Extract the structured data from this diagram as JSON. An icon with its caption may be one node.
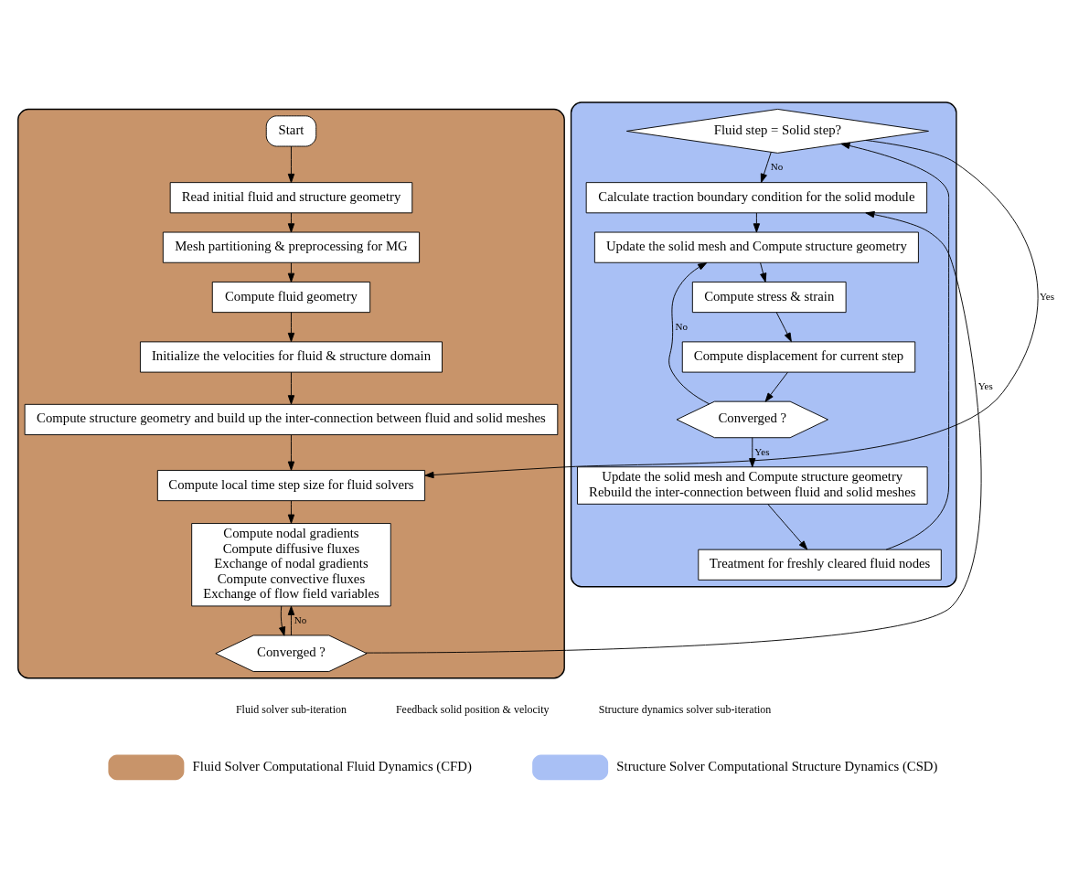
{
  "diagram": {
    "nodes": [
      {
        "text": [],
        "shape": "box"
      },
      {
        "text": [
          "Start"
        ],
        "in": 0
      },
      {
        "text": [
          "Read initial fluid and structure geometry"
        ],
        "in": 0
      },
      {
        "text": [
          "Mesh partitioning & preprocessing for MG"
        ],
        "in": 0
      },
      {
        "text": [
          "Compute fluid geometry"
        ],
        "in": 0
      },
      {
        "text": [
          "Initialize the velocities for fluid & structure domain"
        ],
        "in": 0
      },
      {
        "text": [
          "Compute structure geometry and build up the inter-connection between fluid and solid meshes"
        ],
        "in": 0
      },
      {
        "text": [
          "Compute local time step size for fluid solvers"
        ],
        "in": 0
      },
      {
        "text": [
          "Compute nodal gradients",
          "Compute diffusive fluxes",
          "Exchange of nodal gradients",
          "Compute convective fluxes",
          "Exchange of flow field variables"
        ],
        "in": 0
      },
      {
        "text": [
          "Converged ?"
        ],
        "in": 0
      },
      {
        "text": [],
        "shape": "box"
      },
      {
        "text": [
          "Fluid step = Solid step?"
        ],
        "in": 10
      },
      {
        "text": [
          "Treatment for freshly cleared fluid nodes"
        ],
        "in": 10
      },
      {
        "text": [
          "Update the solid mesh and Compute structure geometry",
          "Rebuild the inter-connection between fluid and solid meshes"
        ],
        "in": 10
      },
      {
        "text": [
          "Converged ?"
        ],
        "in": 10
      },
      {
        "text": [
          "Compute displacement for current step"
        ],
        "in": 10
      },
      {
        "text": [
          "Compute stress & strain"
        ],
        "in": 10
      },
      {
        "text": [
          "Update the solid mesh and Compute structure geometry"
        ],
        "in": 10
      },
      {
        "text": [
          "Calculate traction boundary condition for the solid module"
        ],
        "in": 10
      }
    ],
    "edges": [
      {
        "from": 1,
        "to": 2,
        "arrow": "to"
      },
      {
        "from": 2,
        "to": 3,
        "arrow": "to"
      },
      {
        "from": 3,
        "to": 4,
        "arrow": "to"
      },
      {
        "from": 4,
        "to": 5,
        "arrow": "to"
      },
      {
        "from": 5,
        "to": 6,
        "arrow": "to"
      },
      {
        "from": 6,
        "to": 7,
        "arrow": "to"
      },
      {
        "from": 7,
        "to": 8,
        "arrow": "to"
      },
      {
        "from": 8,
        "to": 9,
        "arrow": "to"
      },
      {
        "from": 9,
        "to": 8,
        "arrow": "to",
        "label": "No"
      },
      {
        "from": 9,
        "to": 18,
        "arrow": "to",
        "label": "Yes"
      },
      {
        "from": 18,
        "to": 17,
        "arrow": "to"
      },
      {
        "from": 17,
        "to": 16,
        "arrow": "to"
      },
      {
        "from": 16,
        "to": 15,
        "arrow": "to"
      },
      {
        "from": 15,
        "to": 14,
        "arrow": "to"
      },
      {
        "from": 14,
        "to": 13,
        "arrow": "to",
        "label": "Yes"
      },
      {
        "from": 14,
        "to": 17,
        "arrow": "to",
        "label": "No"
      },
      {
        "from": 13,
        "to": 12,
        "arrow": "to"
      },
      {
        "from": 12,
        "to": 11,
        "arrow": "to"
      },
      {
        "from": 11,
        "to": 7,
        "arrow": "to",
        "label": "Yes"
      },
      {
        "from": 11,
        "to": 18,
        "arrow": "to",
        "label": "No"
      }
    ],
    "labels": [
      "Fluid solver sub-iteration",
      "Feedback solid position & velocity",
      "Structure dynamics solver sub-iteration"
    ],
    "legend": [
      {
        "text": "Fluid Solver Computational Fluid Dynamics (CFD)",
        "color": "#c8946a"
      },
      {
        "text": "Structure Solver Computational Structure Dynamics (CSD)",
        "color": "#a9c0f5"
      }
    ]
  }
}
